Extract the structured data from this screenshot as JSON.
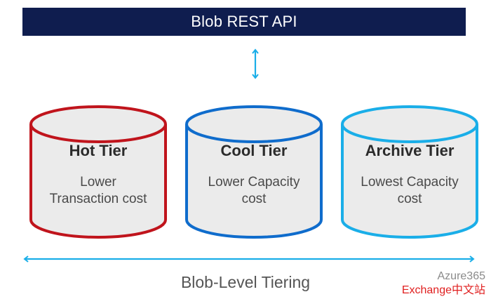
{
  "header": {
    "title": "Blob REST API"
  },
  "tiers": [
    {
      "title": "Hot Tier",
      "desc_line1": "Lower",
      "desc_line2": "Transaction cost",
      "color": "#c0141c"
    },
    {
      "title": "Cool Tier",
      "desc_line1": "Lower Capacity",
      "desc_line2": "cost",
      "color": "#0f6ccc"
    },
    {
      "title": "Archive Tier",
      "desc_line1": "Lowest Capacity",
      "desc_line2": "cost",
      "color": "#1aaee8"
    }
  ],
  "footer": {
    "label": "Blob-Level Tiering"
  },
  "watermark": {
    "line1": "Azure365",
    "line2": "Exchange中文站"
  },
  "colors": {
    "api_bar": "#0f1d4f",
    "arrow": "#1aaee8",
    "cylinder_fill": "#ebebeb"
  }
}
